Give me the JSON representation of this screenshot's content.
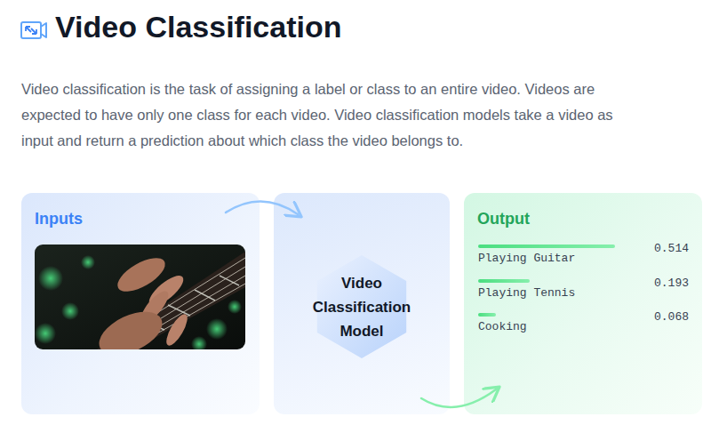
{
  "diagram": {
    "title": "Video Classification",
    "nodes": [
      {
        "text": [
          "Inputs"
        ]
      },
      {
        "text": [
          "Video Classification Model"
        ]
      },
      {
        "text": [
          "Output"
        ]
      }
    ],
    "edges": [
      {
        "from": 0,
        "to": 1,
        "arrow": "to"
      },
      {
        "from": 1,
        "to": 2,
        "arrow": "to"
      }
    ],
    "labels": [
      "Video classification is the task of assigning a label or class to an entire video. Videos are expected to have only one class for each video. Video classification models take a video as input and return a prediction about which class the video belongs to.",
      "Playing Guitar",
      "0.514",
      "Playing Tennis",
      "0.193",
      "Cooking",
      "0.068"
    ]
  }
}
